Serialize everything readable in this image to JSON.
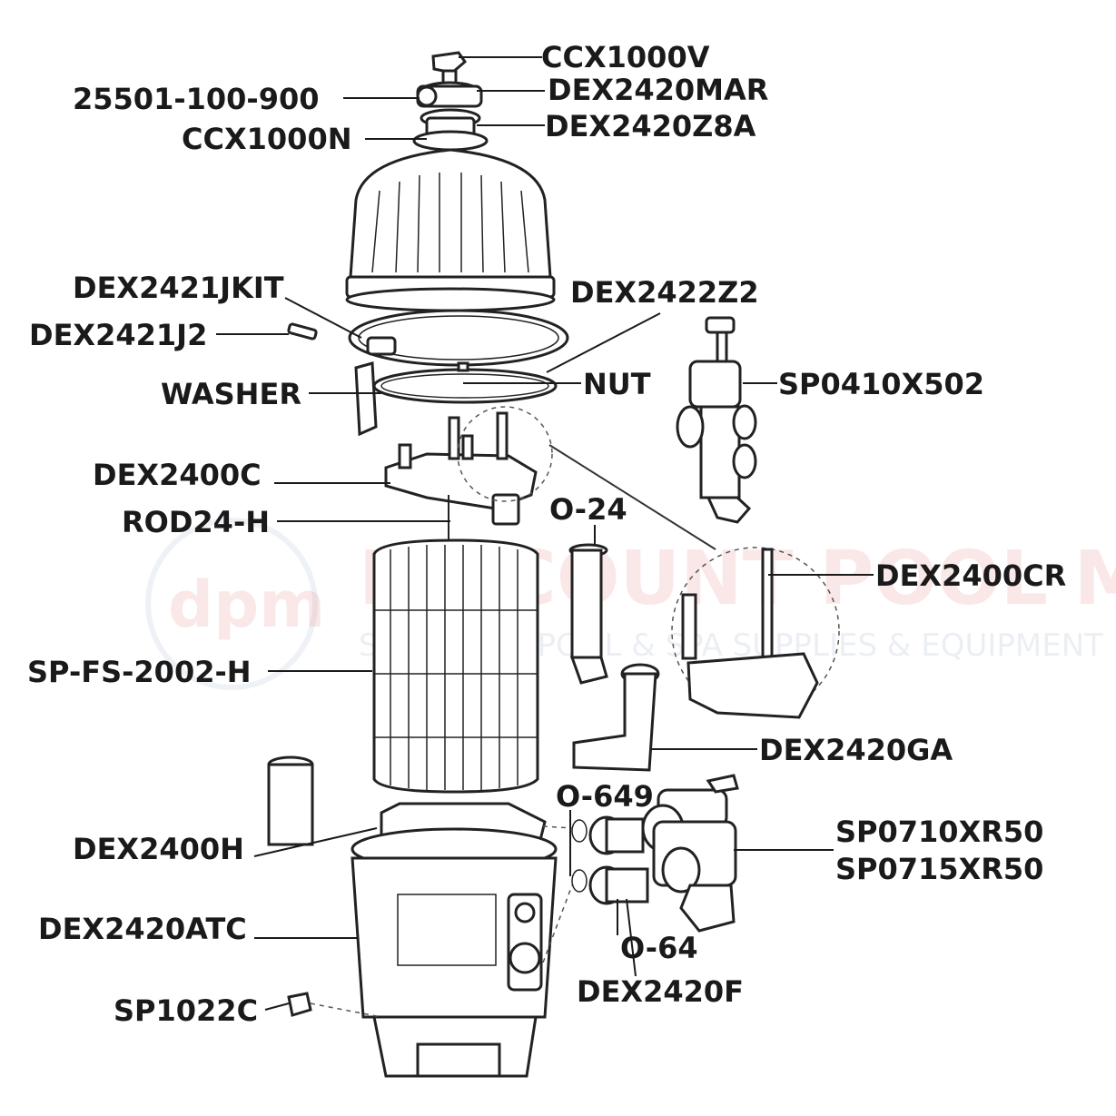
{
  "watermark": {
    "logo_text": "dpm",
    "brand": "DISCOUNT POOL MART",
    "tagline": "SWIMMING POOL & SPA SUPPLIES & EQUIPMENT"
  },
  "labels": [
    "CCX1000V",
    "25501-100-900",
    "DEX2420MAR",
    "DEX2420Z8A",
    "CCX1000N",
    "DEX2421JKIT",
    "DEX2422Z2",
    "DEX2421J2",
    "NUT",
    "SP0410X502",
    "WASHER",
    "DEX2400C",
    "O-24",
    "ROD24-H",
    "DEX2400CR",
    "SP-FS-2002-H",
    "DEX2420GA",
    "O-649",
    "SP0710XR50",
    "DEX2400H",
    "SP0715XR50",
    "DEX2420ATC",
    "O-64",
    "DEX2420F",
    "SP1022C"
  ]
}
